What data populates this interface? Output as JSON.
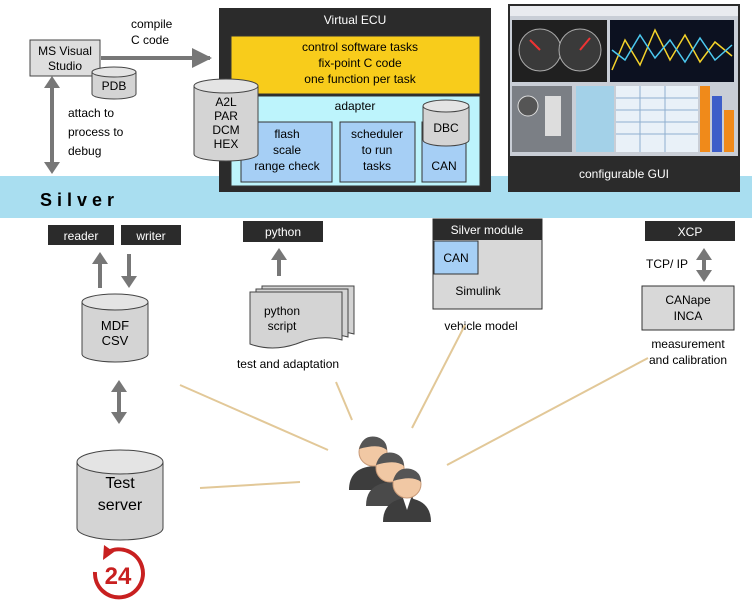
{
  "msvs": {
    "line1": "MS Visual",
    "line2": "Studio"
  },
  "pdb": "PDB",
  "compile": {
    "line1": "compile",
    "line2": "C code"
  },
  "attach": {
    "line1": "attach to",
    "line2": "process to",
    "line3": "debug"
  },
  "vecu": {
    "title": "Virtual ECU",
    "tasks": {
      "line1": "control software tasks",
      "line2": "fix-point C code",
      "line3": "one function per task"
    },
    "adapter": "adapter",
    "flash": {
      "line1": "flash",
      "line2": "scale",
      "line3": "range check"
    },
    "scheduler": {
      "line1": "scheduler",
      "line2": "to run",
      "line3": "tasks"
    },
    "can": "CAN",
    "dbc": "DBC",
    "a2l": {
      "line1": "A2L",
      "line2": "PAR",
      "line3": "DCM",
      "line4": "HEX"
    }
  },
  "gui": {
    "label": "configurable GUI"
  },
  "silver_bar": "Silver",
  "reader": "reader",
  "writer": "writer",
  "python_label": "python",
  "silver_module": "Silver module",
  "xcp": "XCP",
  "mdf": {
    "line1": "MDF",
    "line2": "CSV"
  },
  "pyscript": {
    "line1": "python",
    "line2": "script"
  },
  "test_adapt": "test and adaptation",
  "module_can": "CAN",
  "simulink": "Simulink",
  "vehicle_model": "vehicle model",
  "tcpip": "TCP/ IP",
  "canape": {
    "line1": "CANape",
    "line2": "INCA"
  },
  "meas": {
    "line1": "measurement",
    "line2": "and calibration"
  },
  "test_server": {
    "line1": "Test",
    "line2": "server"
  },
  "badge24": "24",
  "colors": {
    "silver_bar": "#a9def0",
    "dark_box": "#2b2b2b",
    "tasks_yellow": "#f8cc1b",
    "adapter_cyan": "#bdf4fc",
    "inner_blue": "#a6cff5",
    "gray_shape": "#d4d4d4",
    "line_tan": "#e2c898",
    "badge_red": "#c82020"
  }
}
